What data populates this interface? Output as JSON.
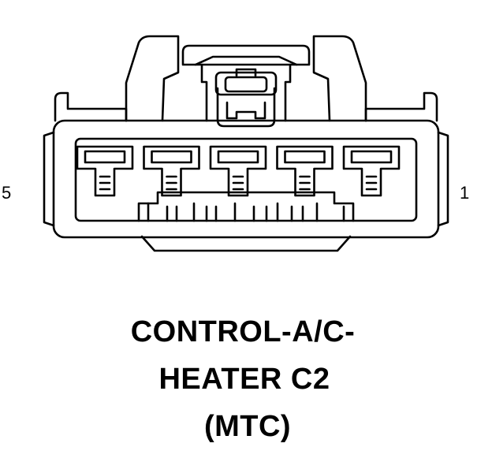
{
  "diagram": {
    "connector": {
      "pin_label_left": "5",
      "pin_label_right": "1",
      "cavity_count": 5
    },
    "caption": {
      "line1": "CONTROL-A/C-",
      "line2": "HEATER C2",
      "line3": "(MTC)"
    },
    "colors": {
      "line": "#000000",
      "background": "#ffffff"
    }
  }
}
